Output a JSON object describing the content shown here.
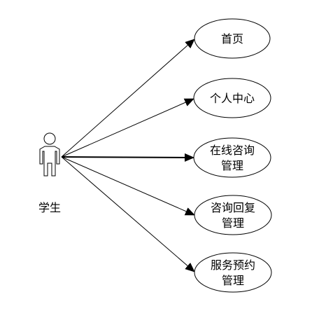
{
  "actor": {
    "name": "学生"
  },
  "use_cases": [
    {
      "id": "home",
      "lines": [
        "首页"
      ]
    },
    {
      "id": "personal-center",
      "lines": [
        "个人中心"
      ]
    },
    {
      "id": "online-consult-management",
      "lines": [
        "在线咨询",
        "管理"
      ]
    },
    {
      "id": "consult-reply-management",
      "lines": [
        "咨询回复",
        "管理"
      ]
    },
    {
      "id": "service-booking-management",
      "lines": [
        "服务预约",
        "管理"
      ]
    }
  ]
}
